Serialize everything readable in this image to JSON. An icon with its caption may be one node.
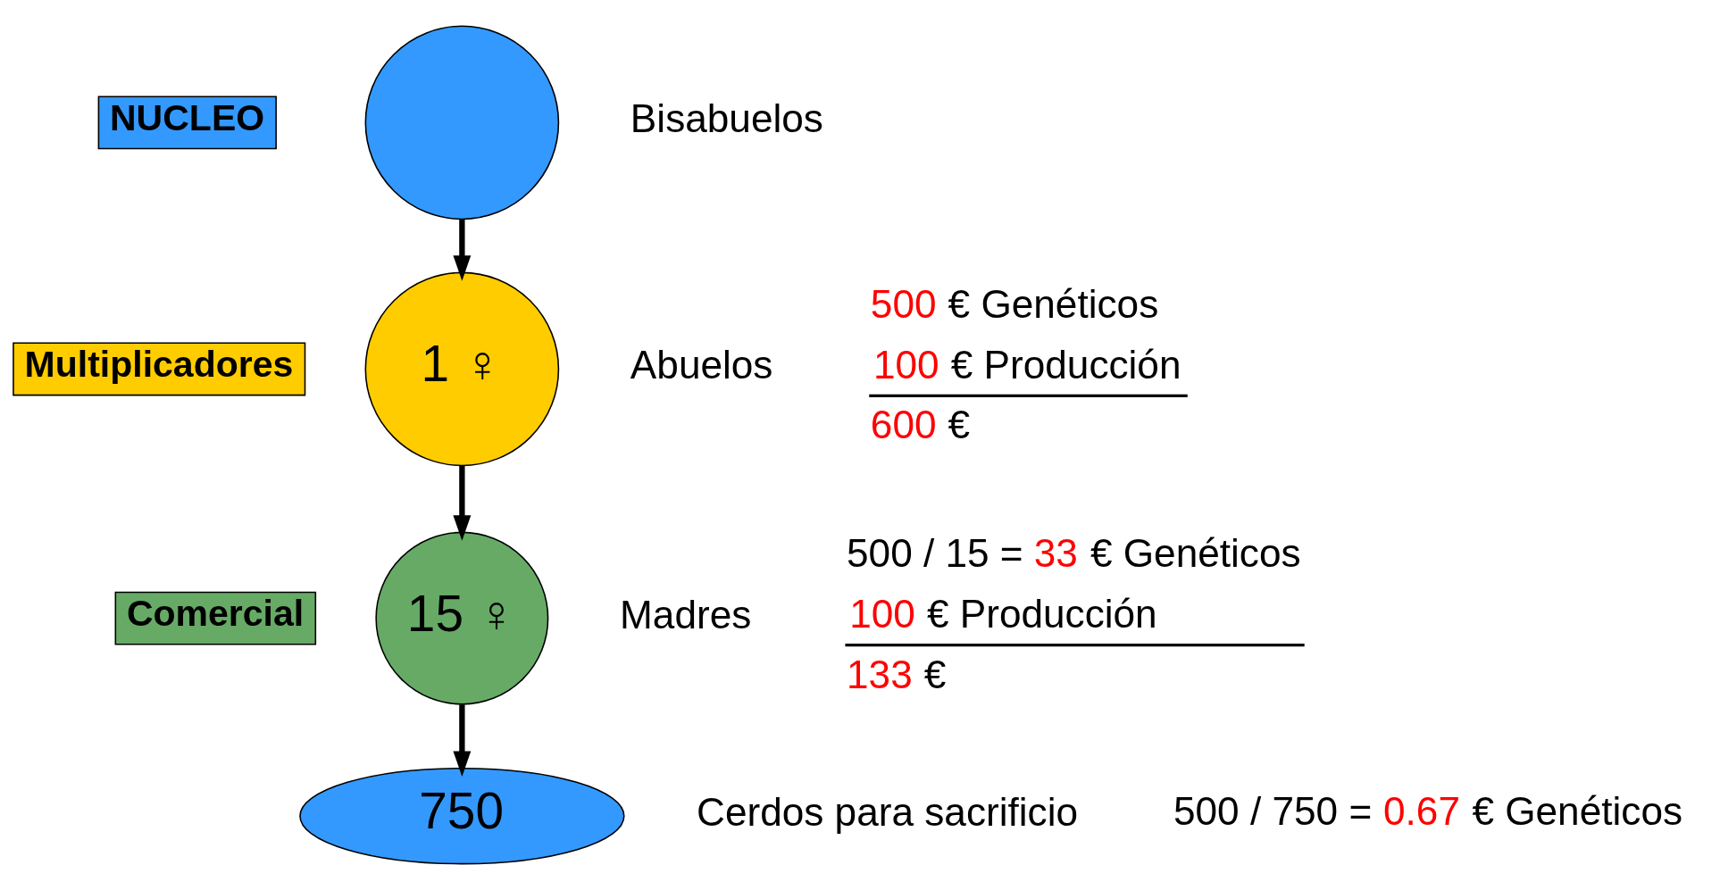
{
  "diagram": {
    "nodes": [
      {
        "text": [
          "NUCLEO"
        ]
      },
      {
        "text": [],
        "shape": "circle",
        "beside": [
          "Bisabuelos"
        ]
      },
      {
        "text": [
          "Multiplicadores"
        ]
      },
      {
        "text": [
          "1 ♀"
        ],
        "beside": [
          "Abuelos"
        ]
      },
      {
        "text": [
          "Comercial"
        ]
      },
      {
        "text": [
          "15 ♀"
        ],
        "beside": [
          "Madres"
        ]
      },
      {
        "text": [
          "750"
        ],
        "beside": [
          "Cerdos para sacrificio"
        ]
      }
    ],
    "edges": [
      {
        "from": 1,
        "to": 3,
        "arrow": "to"
      },
      {
        "from": 3,
        "to": 5,
        "arrow": "to"
      },
      {
        "from": 5,
        "to": 6,
        "arrow": "to"
      }
    ],
    "labels": [
      "500 € Genéticos",
      "100 € Producción",
      "600 €",
      "500 / 15 = 33 € Genéticos",
      "100 € Producción",
      "133 €",
      "500 / 750 = 0.67 € Genéticos"
    ]
  }
}
